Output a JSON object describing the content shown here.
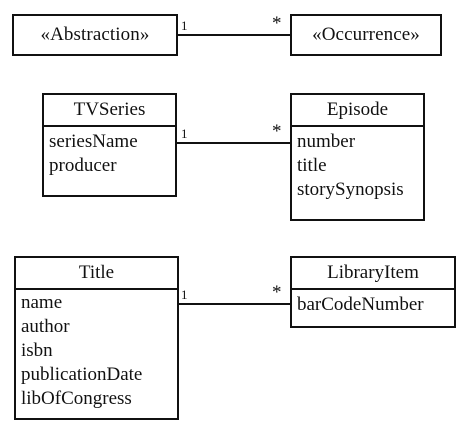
{
  "rows": [
    {
      "left": {
        "name": "«Abstraction»",
        "attributes": []
      },
      "right": {
        "name": "«Occurrence»",
        "attributes": []
      },
      "association": {
        "left_multiplicity": "1",
        "right_multiplicity": "*"
      }
    },
    {
      "left": {
        "name": "TVSeries",
        "attributes": [
          "seriesName",
          "producer"
        ]
      },
      "right": {
        "name": "Episode",
        "attributes": [
          "number",
          "title",
          "storySynopsis"
        ]
      },
      "association": {
        "left_multiplicity": "1",
        "right_multiplicity": "*"
      }
    },
    {
      "left": {
        "name": "Title",
        "attributes": [
          "name",
          "author",
          "isbn",
          "publicationDate",
          "libOfCongress"
        ]
      },
      "right": {
        "name": "LibraryItem",
        "attributes": [
          "barCodeNumber"
        ]
      },
      "association": {
        "left_multiplicity": "1",
        "right_multiplicity": "*"
      }
    }
  ]
}
